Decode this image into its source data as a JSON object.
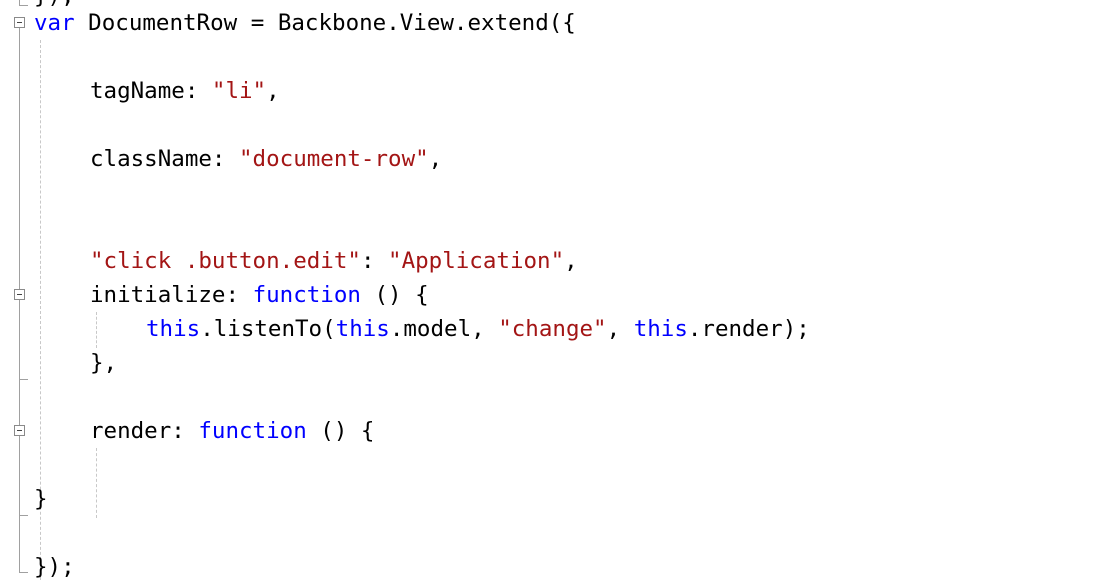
{
  "editor": {
    "lines": {
      "top_partial": "});",
      "l1": {
        "kw": "var",
        "rest": " DocumentRow = Backbone.View.extend({"
      },
      "l3": {
        "key": "tagName: ",
        "str": "\"li\"",
        "tail": ","
      },
      "l5": {
        "key": "className: ",
        "str": "\"document-row\"",
        "tail": ","
      },
      "l8": {
        "str1": "\"click .button.edit\"",
        "mid": ": ",
        "str2": "\"Application\"",
        "tail": ","
      },
      "l9": {
        "key": "initialize: ",
        "kw": "function",
        "tail": " () {"
      },
      "l10": {
        "kw1": "this",
        "a": ".listenTo(",
        "kw2": "this",
        "b": ".model, ",
        "str": "\"change\"",
        "c": ", ",
        "kw3": "this",
        "d": ".render);"
      },
      "l11": {
        "text": "},"
      },
      "l13": {
        "key": "render: ",
        "kw": "function",
        "tail": " () {"
      },
      "l15": {
        "text": "}"
      },
      "l17": {
        "text": "});"
      }
    },
    "colors": {
      "keyword": "#0000ff",
      "string": "#a31515",
      "plain": "#000000"
    }
  }
}
